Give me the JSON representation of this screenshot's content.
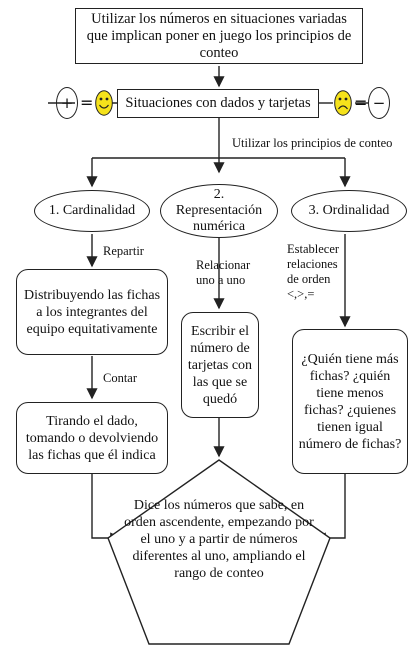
{
  "top_box": "Utilizar los números en situaciones variadas que implican poner en juego los principios de conteo",
  "left_sign": "+",
  "right_sign": "−",
  "equals": "=",
  "center_box": "Situaciones con dados y tarjetas",
  "principles_label": "Utilizar los principios de conteo",
  "cardinalidad": "1. Cardinalidad",
  "representacion": "2. Representación numérica",
  "ordinalidad": "3. Ordinalidad",
  "repartir": "Repartir",
  "relacionar": "Relacionar uno a uno",
  "establecer": "Establecer relaciones de orden <,>,=",
  "distribuyendo": "Distribuyendo las fichas a los integrantes del equipo equitativamente",
  "contar": "Contar",
  "escribir": "Escribir el número de tarjetas con las que se quedó",
  "preguntas": "¿Quién tiene más fichas? ¿quién tiene menos fichas? ¿quienes tienen igual número de fichas?",
  "tirando": "Tirando el dado, tomando o devolviendo las fichas que él indica",
  "pentagon": "Dice los números que sabe, en orden ascendente, empezando por el uno y a partir de números diferentes al uno, ampliando el rango de conteo",
  "colors": {
    "face": "#f5e21b",
    "line": "#222222"
  }
}
